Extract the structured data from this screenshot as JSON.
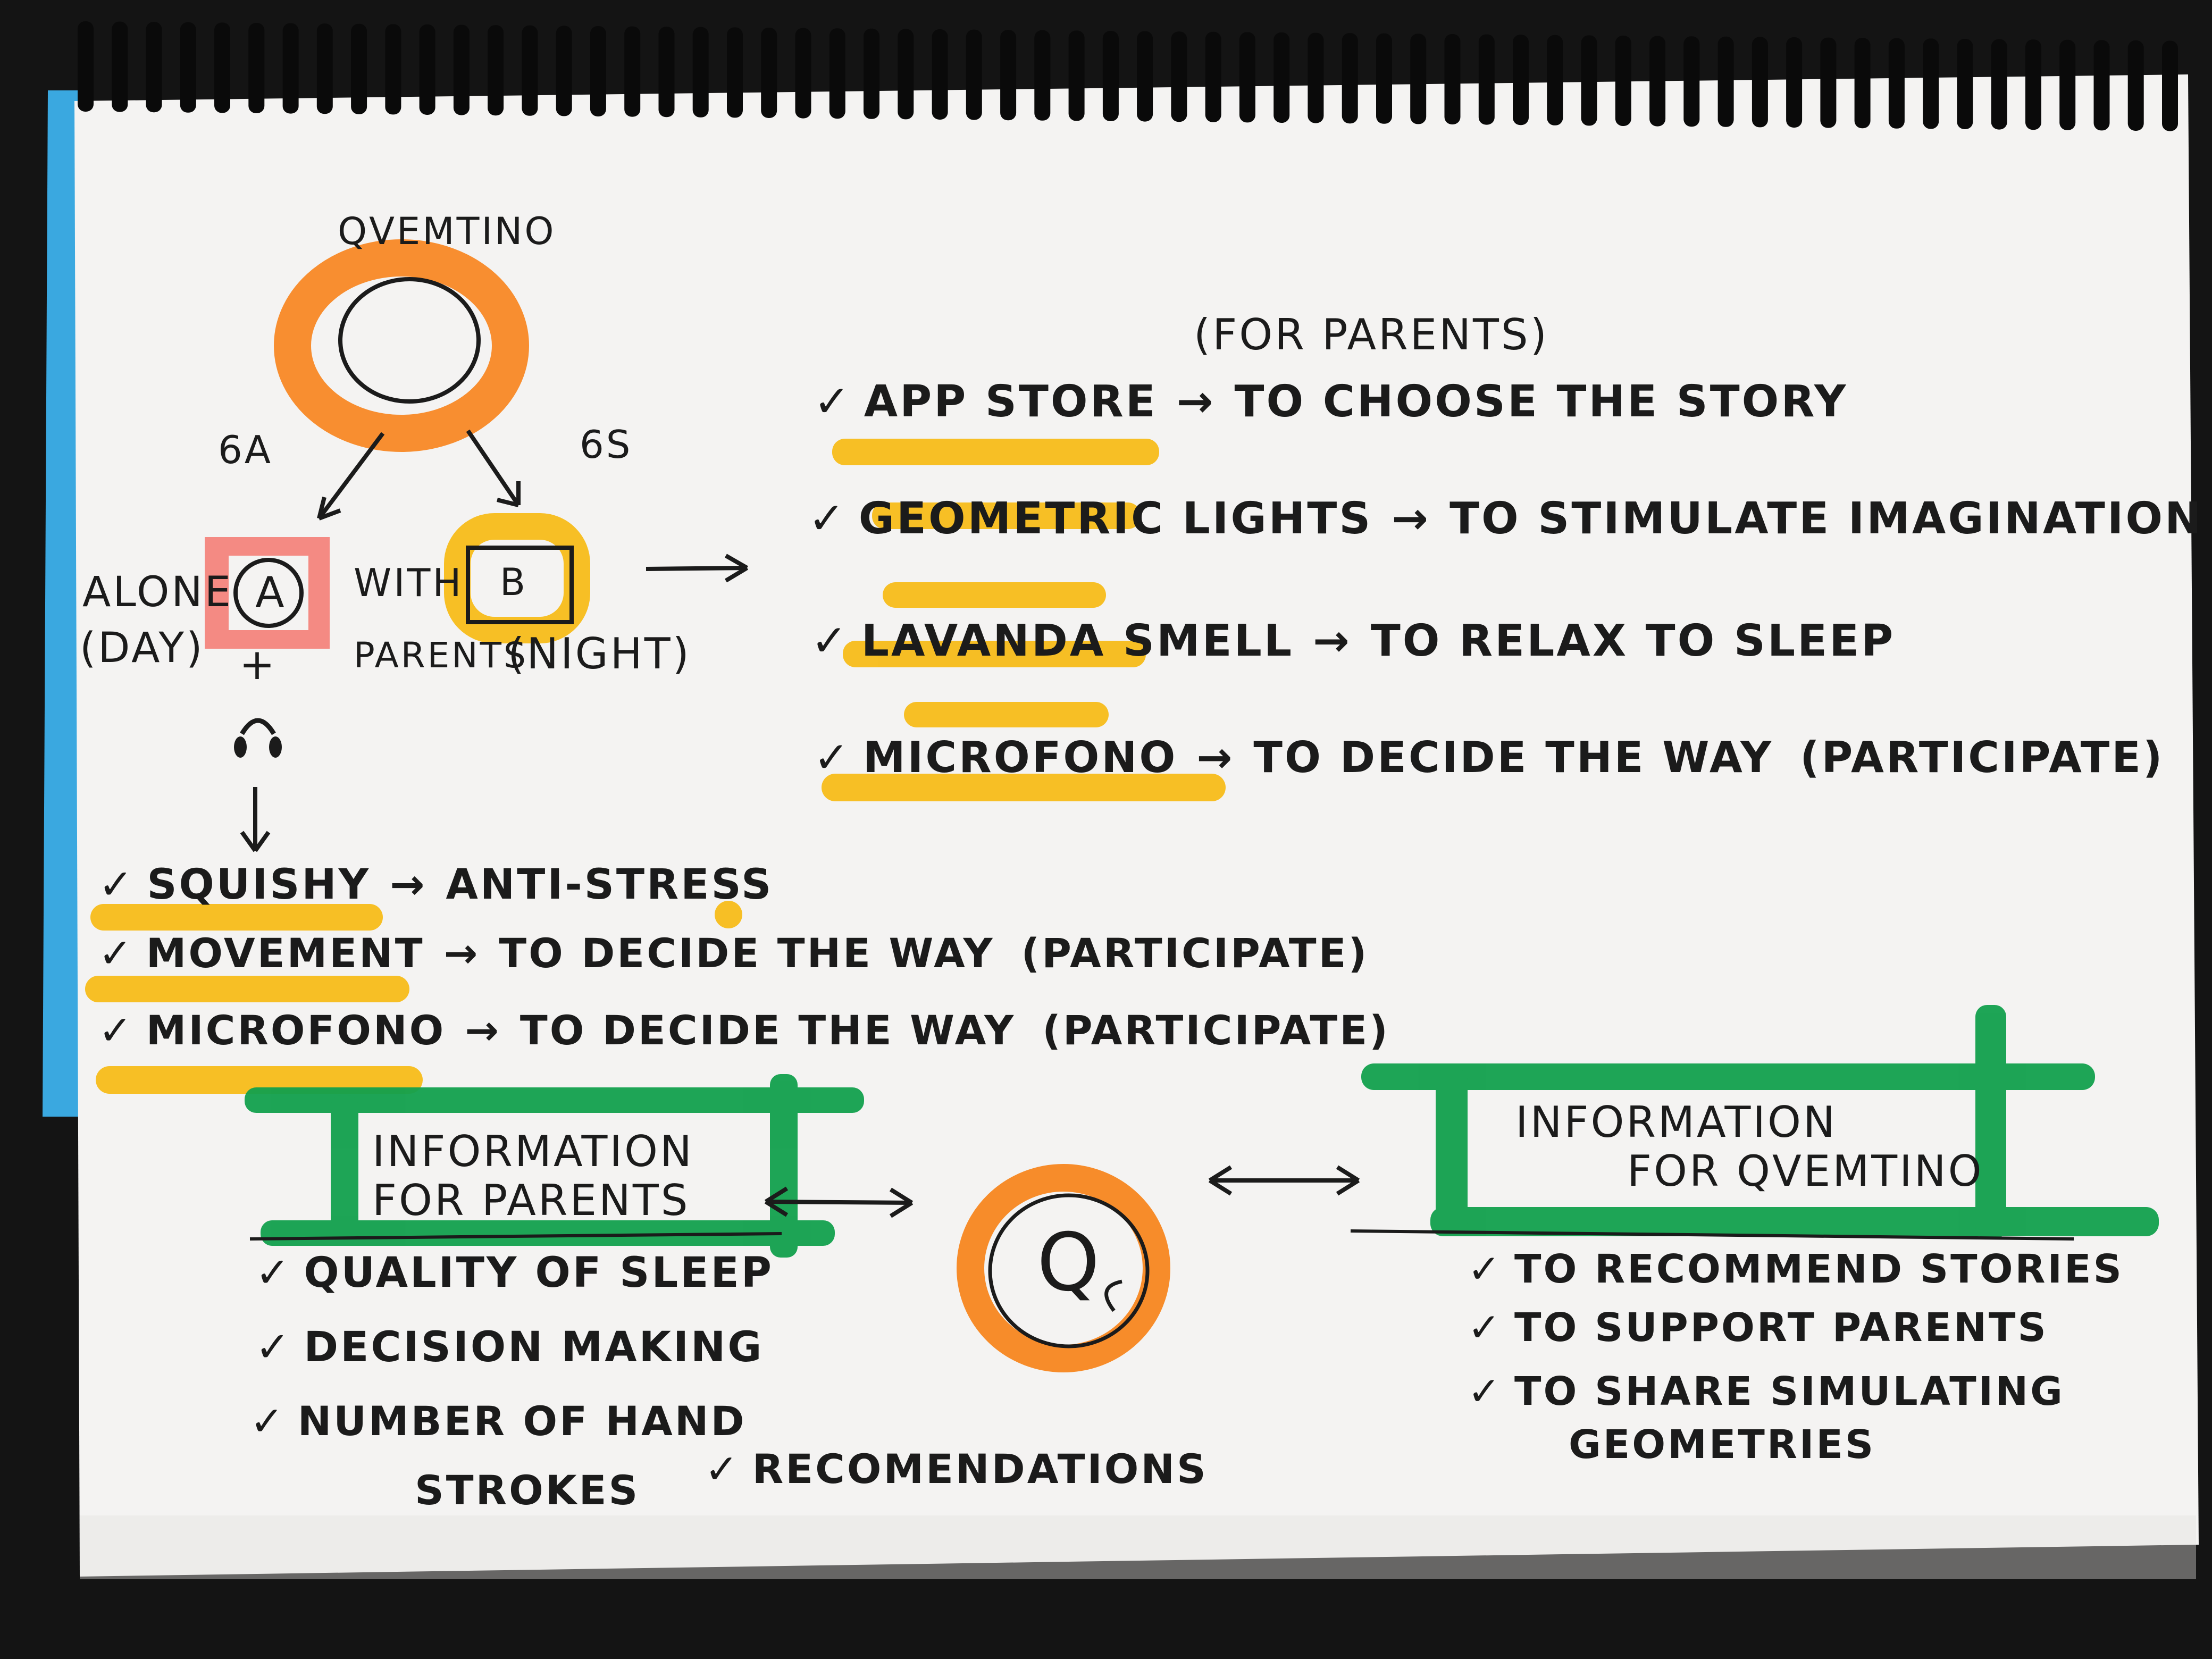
{
  "mind_map": {
    "center_top": {
      "label": "QVEMTINO"
    },
    "branches": {
      "left_age": "6A",
      "right_age": "6S"
    },
    "mode_a": {
      "prefix": "ALONE",
      "letter": "A",
      "when": "(DAY)",
      "plus": "+"
    },
    "mode_b": {
      "prefix": "WITH",
      "letter": "B",
      "with_line2": "PARENTS",
      "when": "(NIGHT)"
    },
    "night_features": {
      "note": "(FOR PARENTS)",
      "items": [
        {
          "check": "✓",
          "label": "APP STORE",
          "arrow": "→",
          "purpose": "TO CHOOSE THE STORY"
        },
        {
          "check": "✓",
          "label": "GEOMETRIC LIGHTS",
          "arrow": "→",
          "purpose": "TO STIMULATE IMAGINATION"
        },
        {
          "check": "✓",
          "label": "LAVANDA SMELL",
          "arrow": "→",
          "purpose": "TO RELAX TO SLEEP"
        },
        {
          "check": "✓",
          "label": "MICROFONO",
          "arrow": "→",
          "purpose": "TO DECIDE THE WAY",
          "extra": "(PARTICIPATE)"
        }
      ]
    },
    "day_features": [
      {
        "check": "✓",
        "label": "SQUISHY",
        "arrow": "→",
        "purpose": "ANTI-STRESS"
      },
      {
        "check": "✓",
        "label": "MOVEMENT",
        "arrow": "→",
        "purpose": "TO DECIDE THE WAY",
        "extra": "(PARTICIPATE)"
      },
      {
        "check": "✓",
        "label": "MICROFONO",
        "arrow": "→",
        "purpose": "TO DECIDE THE WAY",
        "extra": "(PARTICIPATE)"
      }
    ],
    "parents_box": {
      "line1": "INFORMATION",
      "line2": "FOR PARENTS",
      "items": [
        {
          "check": "✓",
          "label": "QUALITY OF SLEEP"
        },
        {
          "check": "✓",
          "label": "DECISION MAKING"
        },
        {
          "check": "✓",
          "label": "NUMBER OF HAND",
          "label2": "STROKES"
        }
      ],
      "recommend": {
        "check": "✓",
        "label": "RECOMENDATIONS"
      }
    },
    "center_logo": {
      "letter": "Q"
    },
    "qvemtino_box": {
      "line1": "INFORMATION",
      "line2": "FOR QVEMTINO",
      "items": [
        {
          "check": "✓",
          "label": "TO RECOMMEND STORIES"
        },
        {
          "check": "✓",
          "label": "TO SUPPORT PARENTS"
        },
        {
          "check": "✓",
          "label": "TO SHARE SIMULATING",
          "label2": "GEOMETRIES"
        }
      ]
    }
  },
  "colors": {
    "paper": "#f4f3f2",
    "ink": "#1b1b1b",
    "highlighter_orange": "#f7861f",
    "highlighter_yellow": "#f7bc19",
    "highlighter_green": "#12a04d",
    "highlighter_red": "#f4736a",
    "binder_blue": "#3aa8e0",
    "spiral_black": "#0a0a0a"
  }
}
